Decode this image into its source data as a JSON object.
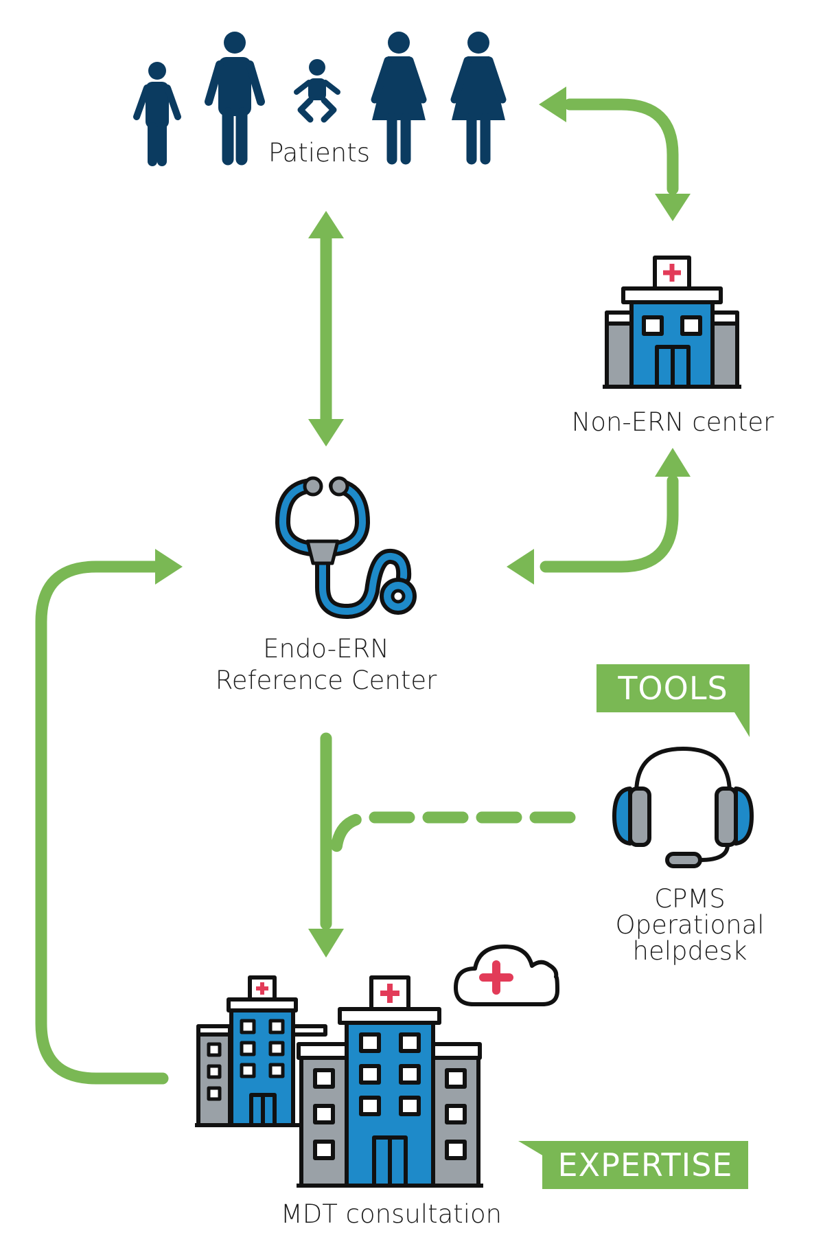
{
  "nodes": {
    "patients": "Patients",
    "non_ern": "Non-ERN center",
    "reference": {
      "line1": "Endo-ERN",
      "line2": "Reference Center"
    },
    "cpms": {
      "line1": "CPMS",
      "line2": "Operational",
      "line3": "helpdesk"
    },
    "mdt": "MDT consultation"
  },
  "tags": {
    "tools": "TOOLS",
    "expertise": "EXPERTISE"
  },
  "colors": {
    "arrow_green": "#7ab854",
    "patient_navy": "#0b3b60",
    "building_blue": "#1e8ac9",
    "building_gray": "#9aa1a7",
    "cross_red": "#e23b58",
    "outline": "#111111"
  },
  "icons": [
    "patients-icon",
    "hospital-icon",
    "stethoscope-icon",
    "headset-icon",
    "medical-cloud-icon",
    "hospital-buildings-icon"
  ]
}
